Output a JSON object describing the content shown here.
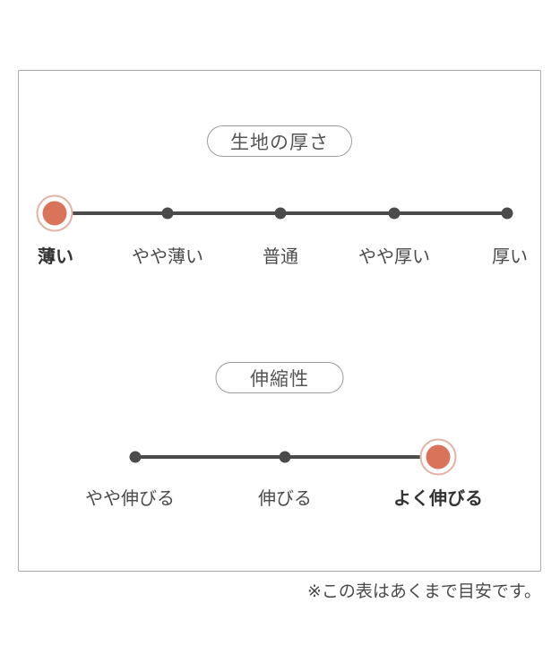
{
  "chart_data": [
    {
      "type": "line",
      "title": "生地の厚さ",
      "categories": [
        "薄い",
        "やや薄い",
        "普通",
        "やや厚い",
        "厚い"
      ],
      "selected_index": 0,
      "selected_label": "薄い",
      "layout": {
        "marker_style": "accent-filled-circle-with-light-ring",
        "unselected_marker": "small-dark-dot",
        "grid": false,
        "legend": "none"
      }
    },
    {
      "type": "line",
      "title": "伸縮性",
      "categories": [
        "やや伸びる",
        "伸びる",
        "よく伸びる"
      ],
      "selected_index": 2,
      "selected_label": "よく伸びる",
      "layout": {
        "marker_style": "accent-filled-circle-with-light-ring",
        "unselected_marker": "small-dark-dot",
        "grid": false,
        "legend": "none"
      }
    }
  ],
  "footnote": "※この表はあくまで目安です。",
  "colors": {
    "accent": "#d9735a",
    "accent-ring": "#e2b3a4",
    "scale": "#4b4b4b",
    "label": "#4a4a4a",
    "label-selected": "#333333",
    "pill-border": "#9c9c9c",
    "pill-text": "#555555",
    "box-border": "#a9a9a9",
    "background": "#ffffff"
  }
}
